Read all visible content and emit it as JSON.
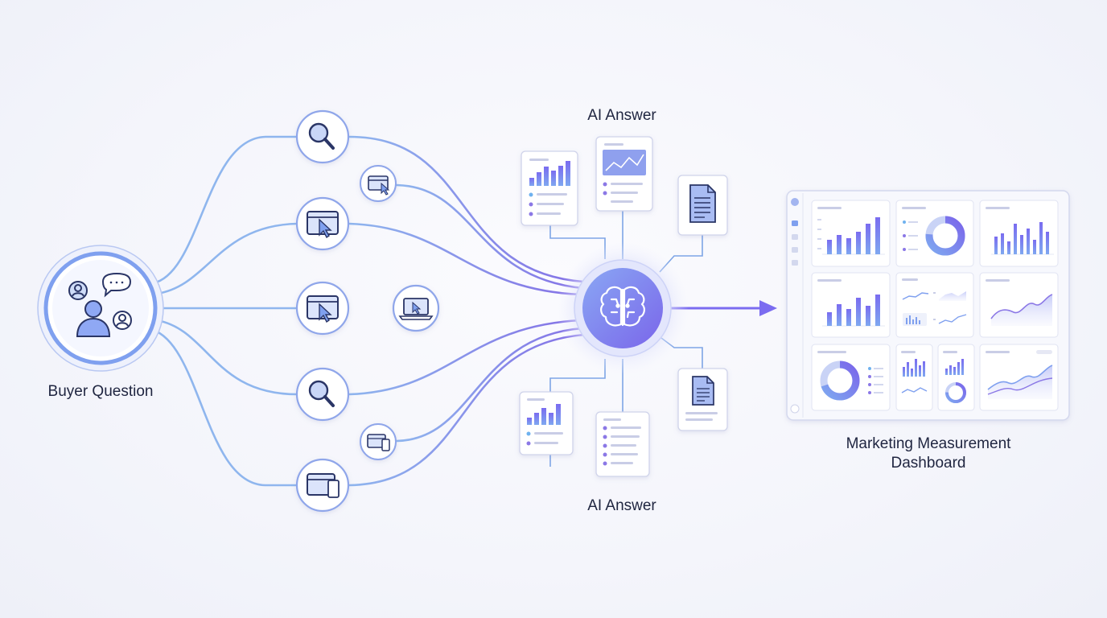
{
  "buyer": {
    "label": "Buyer Question"
  },
  "ai_answer": {
    "top_label": "AI Answer",
    "bottom_label": "AI Answer"
  },
  "dashboard": {
    "label_line1": "Marketing Measurement",
    "label_line2": "Dashboard"
  },
  "touchpoints": [
    {
      "name": "search-touchpoint-top",
      "icon": "magnifier-icon"
    },
    {
      "name": "browser-small-touchpoint-top",
      "icon": "browser-cursor-icon"
    },
    {
      "name": "browser-touchpoint-upper",
      "icon": "browser-cursor-icon"
    },
    {
      "name": "browser-touchpoint-middle",
      "icon": "browser-cursor-icon"
    },
    {
      "name": "laptop-touchpoint",
      "icon": "laptop-cursor-icon"
    },
    {
      "name": "search-touchpoint-lower",
      "icon": "magnifier-icon"
    },
    {
      "name": "browser-mobile-small-touchpoint",
      "icon": "browser-mobile-icon"
    },
    {
      "name": "browser-mobile-touchpoint-bottom",
      "icon": "browser-mobile-icon"
    }
  ],
  "colors": {
    "line_light": "#8fb6ee",
    "line_dark": "#8b78e6",
    "accent": "#7b6cf0",
    "card_border": "#cfd3ea",
    "text": "#1f2540"
  },
  "center": {
    "icon": "brain-circuit-icon"
  },
  "arrow": {
    "icon": "arrow-right-icon"
  }
}
